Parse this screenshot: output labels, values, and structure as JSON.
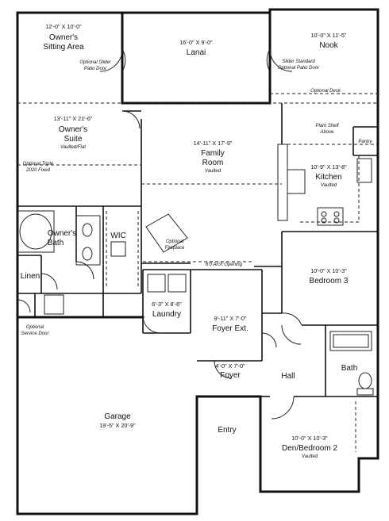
{
  "rooms": {
    "sitting_dim": "12'-0\" X 10'-0\"",
    "sitting_name1": "Owner's",
    "sitting_name2": "Sitting Area",
    "lanai_dim": "16'-0\" X 9'-0\"",
    "lanai_name": "Lanai",
    "nook_dim": "10'-0\" X 11'-5\"",
    "nook_name": "Nook",
    "suite_dim": "13'-11\" X 21'-6\"",
    "suite_name1": "Owner's",
    "suite_name2": "Suite",
    "suite_sub": "Vaulted/Flat",
    "family_dim": "14'-11\" X 17'-9\"",
    "family_name1": "Family",
    "family_name2": "Room",
    "family_sub": "Vaulted",
    "kitchen_dim": "10'-9\" X 13'-8\"",
    "kitchen_name": "Kitchen",
    "kitchen_sub": "Vaulted",
    "bath_owner1": "Owner's",
    "bath_owner2": "Bath",
    "wic": "WIC",
    "linen": "Linen",
    "bed3_dim": "10'-0\" X 10'-3\"",
    "bed3_name": "Bedroom 3",
    "laundry_dim": "6'-3\" X 8'-6\"",
    "laundry_name": "Laundry",
    "foyer_ext_dim": "9'-11\" X 7'-0\"",
    "foyer_ext_name": "Foyer Ext.",
    "foyer_dim": "4'-0\" X 7'-0\"",
    "foyer_name": "Foyer",
    "hall": "Hall",
    "bath": "Bath",
    "garage_name": "Garage",
    "garage_dim": "19'-5\" X 20'-9\"",
    "entry": "Entry",
    "den_dim": "10'-0\" X 10'-3\"",
    "den_name": "Den/Bedroom 2",
    "den_sub": "Vaulted",
    "pantry": "Pantry"
  },
  "notes": {
    "slider_left1": "Optional Slider",
    "slider_left2": "Patio Door",
    "slider_right1": "Slider Standard",
    "slider_right2": "Optional Patio Door",
    "desk": "Optional Desk",
    "plant_shelf1": "Plant Shelf",
    "plant_shelf2": "Above",
    "triple1": "Optional Triple",
    "triple2": "2020 Fixed",
    "fireplace1": "Optional",
    "fireplace2": "Fireplace",
    "arch": "6'0 Arch Opening",
    "service1": "Optional",
    "service2": "Service Door"
  }
}
